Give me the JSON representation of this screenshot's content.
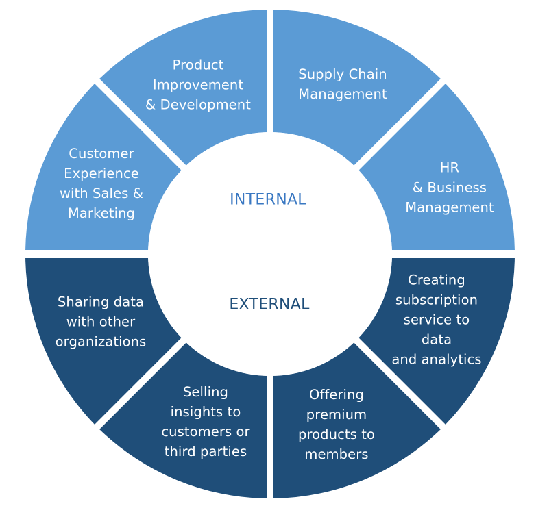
{
  "colors": {
    "internal": "#5b9bd5",
    "external": "#1f4e79",
    "internal_text": "#3a78c2",
    "external_text": "#1f4e79",
    "segment_text": "#ffffff",
    "background": "#ffffff"
  },
  "center": {
    "internal_label": "INTERNAL",
    "external_label": "EXTERNAL"
  },
  "segments": [
    {
      "id": "product-improvement",
      "group": "internal",
      "label": "Product\nImprovement\n& Development"
    },
    {
      "id": "supply-chain",
      "group": "internal",
      "label": "Supply Chain\nManagement"
    },
    {
      "id": "hr-business",
      "group": "internal",
      "label": "HR\n& Business\nManagement"
    },
    {
      "id": "creating-subscription",
      "group": "external",
      "label": "Creating\nsubscription\nservice to data\nand analytics"
    },
    {
      "id": "offering-premium",
      "group": "external",
      "label": "Offering\npremium\nproducts to\nmembers"
    },
    {
      "id": "selling-insights",
      "group": "external",
      "label": "Selling\ninsights to\ncustomers or\nthird parties"
    },
    {
      "id": "sharing-data",
      "group": "external",
      "label": "Sharing data\nwith other\norganizations"
    },
    {
      "id": "customer-experience",
      "group": "internal",
      "label": "Customer\nExperience\nwith Sales &\nMarketing"
    }
  ]
}
